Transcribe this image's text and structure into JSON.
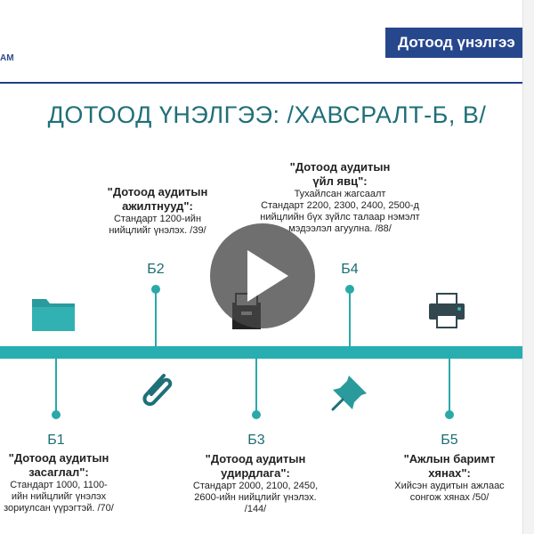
{
  "header": {
    "logo_text": "АМ",
    "banner": "Дотоод үнэлгээ"
  },
  "slide": {
    "title": "ДОТООД ҮНЭЛГЭЭ: /ХАВСРАЛТ-Б, В/"
  },
  "items": {
    "b1": {
      "code": "Б1",
      "title_line1": "\"Дотоод аудитын",
      "title_line2": "засаглал\":",
      "body_line1": "Стандарт 1000, 1100-",
      "body_line2": "ийн нийцлийг үнэлэх",
      "body_line3": "зориулсан үүрэгтэй. /70/"
    },
    "b2": {
      "code": "Б2",
      "title_line1": "\"Дотоод аудитын",
      "title_line2": "ажилтнууд\":",
      "body_line1": "Стандарт 1200-ийн",
      "body_line2": "нийцлийг үнэлэх. /39/"
    },
    "b3": {
      "code": "Б3",
      "title_line1": "\"Дотоод аудитын",
      "title_line2": "удирдлага\":",
      "body_line1": "Стандарт 2000, 2100, 2450,",
      "body_line2": "2600-ийн нийцлийг үнэлэх.",
      "body_line3": "/144/"
    },
    "b4": {
      "code": "Б4",
      "title_line1": "\"Дотоод аудитын",
      "title_line2": "үйл явц\":",
      "body_line1": "Тухайлсан жагсаалт",
      "body_line2": "Стандарт 2200, 2300, 2400, 2500-д",
      "body_line3": "нийцлийн бүх зүйлс талаар нэмэлт",
      "body_line4": "мэдээлэл агуулна. /88/"
    },
    "b5": {
      "code": "Б5",
      "title_line1": "\"Ажлын баримт",
      "title_line2": "хянах\":",
      "body_line1": "Хийсэн аудитын ажлаас",
      "body_line2": "сонгож хянах /50/"
    }
  },
  "colors": {
    "accent": "#28aeb0",
    "title": "#1f6f78",
    "banner": "#27478d"
  },
  "icons": [
    "folder-icon",
    "paperclip-icon",
    "file-drawer-icon",
    "pushpin-icon",
    "printer-icon",
    "play-icon"
  ]
}
